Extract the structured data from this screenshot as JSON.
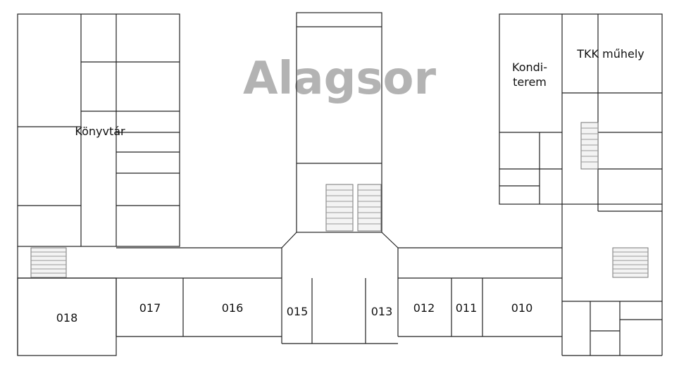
{
  "title": "Alagsor",
  "rooms": {
    "konyvtar": "Könyvtár",
    "kondi_line1": "Kondi-",
    "kondi_line2": "terem",
    "tkk": "TKK műhely",
    "r018": "018",
    "r017": "017",
    "r016": "016",
    "r015": "015",
    "r013": "013",
    "r012": "012",
    "r011": "011",
    "r010": "010"
  },
  "colors": {
    "title": "#b3b3b3",
    "walls": "#222222",
    "background": "#ffffff"
  }
}
